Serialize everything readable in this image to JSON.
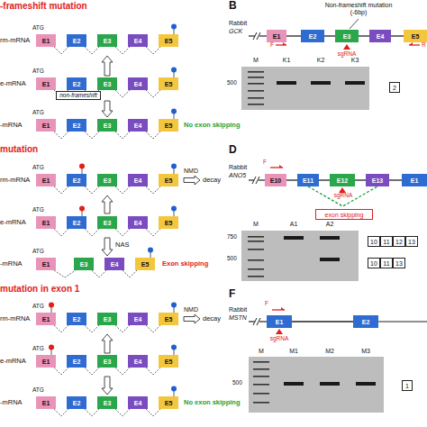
{
  "diagram": {
    "nodes": [
      {
        "text": [
          "E1"
        ]
      },
      {
        "text": [
          "E2"
        ]
      },
      {
        "text": [
          "E3"
        ]
      },
      {
        "text": [
          "E4"
        ]
      },
      {
        "text": [
          "E5"
        ]
      },
      {
        "text": [
          "E1"
        ]
      },
      {
        "text": [
          "E2"
        ]
      },
      {
        "text": [
          "E3"
        ]
      },
      {
        "text": [
          "E4"
        ]
      },
      {
        "text": [
          "E5"
        ]
      },
      {
        "text": [
          "non-frameshift"
        ]
      },
      {
        "text": [
          "E1"
        ]
      },
      {
        "text": [
          "E2"
        ]
      },
      {
        "text": [
          "E3"
        ]
      },
      {
        "text": [
          "E4"
        ]
      },
      {
        "text": [
          "E5"
        ]
      },
      {
        "text": [
          "E1"
        ]
      },
      {
        "text": [
          "E2"
        ]
      },
      {
        "text": [
          "E3"
        ]
      },
      {
        "text": [
          "E4"
        ]
      },
      {
        "text": [
          "E5"
        ]
      },
      {
        "text": [
          "E1"
        ]
      },
      {
        "text": [
          "E2"
        ]
      },
      {
        "text": [
          "E3"
        ]
      },
      {
        "text": [
          "E4"
        ]
      },
      {
        "text": [
          "E5"
        ]
      },
      {
        "text": [
          "E1"
        ]
      },
      {
        "text": [
          "E3"
        ]
      },
      {
        "text": [
          "E4"
        ]
      },
      {
        "text": [
          "E5"
        ]
      },
      {
        "text": [
          "E1"
        ]
      },
      {
        "text": [
          "E2"
        ]
      },
      {
        "text": [
          "E3"
        ]
      },
      {
        "text": [
          "E4"
        ]
      },
      {
        "text": [
          "E5"
        ]
      },
      {
        "text": [
          "E1"
        ]
      },
      {
        "text": [
          "E2"
        ]
      },
      {
        "text": [
          "E3"
        ]
      },
      {
        "text": [
          "E4"
        ]
      },
      {
        "text": [
          "E5"
        ]
      },
      {
        "text": [
          "E1"
        ]
      },
      {
        "text": [
          "E2"
        ]
      },
      {
        "text": [
          "E3"
        ]
      },
      {
        "text": [
          "E4"
        ]
      },
      {
        "text": [
          "E5"
        ]
      },
      {
        "text": [
          "E1"
        ]
      },
      {
        "text": [
          "E2"
        ]
      },
      {
        "text": [
          "E3"
        ]
      },
      {
        "text": [
          "E4"
        ]
      },
      {
        "text": [
          "E5"
        ]
      },
      {
        "text": [
          "2"
        ]
      },
      {
        "text": [
          "E10"
        ]
      },
      {
        "text": [
          "E11"
        ]
      },
      {
        "text": [
          "E12"
        ]
      },
      {
        "text": [
          "E13"
        ]
      },
      {
        "text": [
          "E1"
        ]
      },
      {
        "text": [
          "exon skipping"
        ]
      },
      {
        "text": [
          "10"
        ]
      },
      {
        "text": [
          "11"
        ]
      },
      {
        "text": [
          "12"
        ]
      },
      {
        "text": [
          "13"
        ]
      },
      {
        "text": [
          "10"
        ]
      },
      {
        "text": [
          "11"
        ]
      },
      {
        "text": [
          "13"
        ]
      },
      {
        "text": [
          "E1"
        ]
      },
      {
        "text": [
          "E2"
        ]
      },
      {
        "text": [
          "1"
        ]
      }
    ],
    "edges": [
      {
        "from": 0,
        "to": 1,
        "arrow": "none"
      },
      {
        "from": 1,
        "to": 2,
        "arrow": "none"
      },
      {
        "from": 2,
        "to": 3,
        "arrow": "none"
      },
      {
        "from": 3,
        "to": 4,
        "arrow": "none"
      },
      {
        "from": 5,
        "to": 6,
        "arrow": "none"
      },
      {
        "from": 6,
        "to": 7,
        "arrow": "none"
      },
      {
        "from": 7,
        "to": 8,
        "arrow": "none"
      },
      {
        "from": 8,
        "to": 9,
        "arrow": "none"
      },
      {
        "from": 11,
        "to": 12,
        "arrow": "none"
      },
      {
        "from": 12,
        "to": 13,
        "arrow": "none"
      },
      {
        "from": 13,
        "to": 14,
        "arrow": "none"
      },
      {
        "from": 14,
        "to": 15,
        "arrow": "none"
      },
      {
        "from": 16,
        "to": 17,
        "arrow": "none"
      },
      {
        "from": 17,
        "to": 18,
        "arrow": "none"
      },
      {
        "from": 18,
        "to": 19,
        "arrow": "none"
      },
      {
        "from": 19,
        "to": 20,
        "arrow": "none"
      },
      {
        "from": 21,
        "to": 22,
        "arrow": "none"
      },
      {
        "from": 22,
        "to": 23,
        "arrow": "none"
      },
      {
        "from": 23,
        "to": 24,
        "arrow": "none"
      },
      {
        "from": 24,
        "to": 25,
        "arrow": "none"
      },
      {
        "from": 26,
        "to": 27,
        "arrow": "none"
      },
      {
        "from": 27,
        "to": 28,
        "arrow": "none"
      },
      {
        "from": 28,
        "to": 29,
        "arrow": "none"
      },
      {
        "from": 30,
        "to": 31,
        "arrow": "none"
      },
      {
        "from": 31,
        "to": 32,
        "arrow": "none"
      },
      {
        "from": 32,
        "to": 33,
        "arrow": "none"
      },
      {
        "from": 33,
        "to": 34,
        "arrow": "none"
      },
      {
        "from": 35,
        "to": 36,
        "arrow": "none"
      },
      {
        "from": 36,
        "to": 37,
        "arrow": "none"
      },
      {
        "from": 37,
        "to": 38,
        "arrow": "none"
      },
      {
        "from": 38,
        "to": 39,
        "arrow": "none"
      },
      {
        "from": 40,
        "to": 41,
        "arrow": "none"
      },
      {
        "from": 41,
        "to": 42,
        "arrow": "none"
      },
      {
        "from": 42,
        "to": 43,
        "arrow": "none"
      },
      {
        "from": 43,
        "to": 44,
        "arrow": "none"
      },
      {
        "from": 45,
        "to": 46,
        "arrow": "none"
      },
      {
        "from": 46,
        "to": 47,
        "arrow": "none"
      },
      {
        "from": 47,
        "to": 48,
        "arrow": "none"
      },
      {
        "from": 48,
        "to": 49,
        "arrow": "none"
      },
      {
        "from": 51,
        "to": 52,
        "arrow": "none"
      },
      {
        "from": 52,
        "to": 53,
        "arrow": "none"
      },
      {
        "from": 53,
        "to": 54,
        "arrow": "none"
      },
      {
        "from": 54,
        "to": 55,
        "arrow": "none"
      },
      {
        "from": 52,
        "to": 54,
        "arrow": "none"
      },
      {
        "from": 64,
        "to": 65,
        "arrow": "none"
      }
    ],
    "labels": [
      "-frameshift mutation",
      "rm-mRNA",
      "ATG",
      "e-mRNA",
      "ATG",
      "-mRNA",
      "ATG",
      "No exon skipping",
      "mutation",
      "rm-mRNA",
      "ATG",
      "NMD",
      "decay",
      "e-mRNA",
      "ATG",
      "NAS",
      "-mRNA",
      "ATG",
      "Exon skipping",
      "mutation in exon 1",
      "rm-mRNA",
      "ATG",
      "NMD",
      "decay",
      "e-mRNA",
      "ATG",
      "-mRNA",
      "ATG",
      "No exon skipping",
      "B",
      "Non-frameshift mutation (-6bp)",
      "Rabbit",
      "GCK",
      "F",
      "sgRNA",
      "R",
      "M",
      "K1",
      "K2",
      "K3",
      "500",
      "D",
      "Rabbit",
      "ANO5",
      "F",
      "sgRNA",
      "M",
      "A1",
      "A2",
      "750",
      "500",
      "F",
      "Rabbit",
      "MSTN",
      "F",
      "sgRNA",
      "M",
      "M1",
      "M2",
      "M3",
      "500"
    ]
  }
}
